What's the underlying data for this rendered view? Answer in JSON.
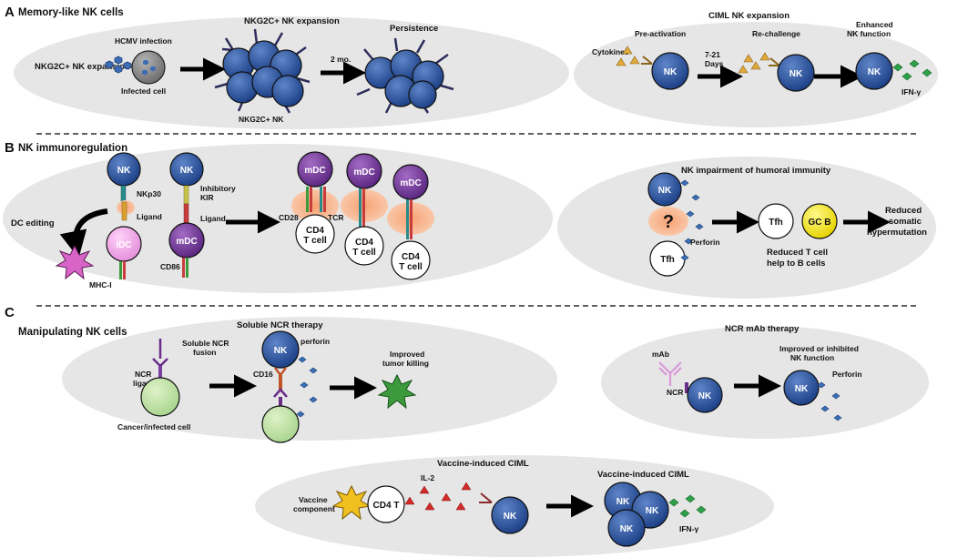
{
  "figure": {
    "panel_a": {
      "letter": "A",
      "title": "Memory-like NK cells",
      "labels": {
        "hcmv_infection": "HCMV infection",
        "nkg2c_expansion_left": "NKG2C+ NK expansion",
        "infected_cell": "Infected cell",
        "nkg2c_expansion_top": "NKG2C+ NK expansion",
        "nkg2c_nk": "NKG2C+ NK",
        "two_months": "2 mo.",
        "persistence": "Persistence"
      },
      "ciml": {
        "title": "CIML NK expansion",
        "pre_activation": "Pre-activation",
        "cytokines": "Cytokines",
        "days_1": "7-21",
        "days_2": "Days",
        "re_challenge": "Re-challenge",
        "enhanced_1": "Enhanced",
        "enhanced_2": "NK function",
        "ifn": "IFN-γ"
      }
    },
    "panel_b": {
      "letter": "B",
      "title": "NK immunoregulation",
      "labels": {
        "nkp30": "NKp30",
        "ligand_1": "Ligand",
        "inhibitory_1": "Inhibitory",
        "inhibitory_2": "KIR",
        "ligand_2": "Ligand",
        "dc_editing": "DC editing",
        "mhc_i": "MHC-I",
        "cd86": "CD86",
        "cd28": "CD28",
        "tcr": "TCR",
        "cd4": "CD4",
        "t_cell": "T cell"
      },
      "humoral": {
        "title": "NK impairment of humoral immunity",
        "question": "?",
        "perforin": "Perforin",
        "reduced_help_1": "Reduced T cell",
        "reduced_help_2": "help to B cells",
        "reduced_shm_1": "Reduced",
        "reduced_shm_2": "somatic",
        "reduced_shm_3": "hypermutation"
      }
    },
    "panel_c": {
      "letter": "C",
      "title": "Manipulating NK cells",
      "soluble": {
        "title": "Soluble NCR therapy",
        "fusion_1": "Soluble NCR",
        "fusion_2": "fusion",
        "ncr_1": "NCR",
        "ncr_2": "ligand",
        "cancer_cell": "Cancer/infected cell",
        "cd16": "CD16",
        "perforin": "perforin",
        "improved_1": "Improved",
        "improved_2": "tumor killing"
      },
      "mab": {
        "title": "NCR mAb therapy",
        "mab": "mAb",
        "ncr": "NCR",
        "result_1": "Improved or inhibited",
        "result_2": "NK function",
        "perforin": "Perforin"
      },
      "vaccine": {
        "title": "Vaccine-induced CIML",
        "vaccine_1": "Vaccine",
        "vaccine_2": "component",
        "cd4t": "CD4 T",
        "il2": "IL-2",
        "result_title": "Vaccine-induced CIML",
        "ifn": "IFN-γ"
      }
    },
    "cells": {
      "nk": "NK",
      "mdc": "mDC",
      "idc": "iDC",
      "tfh": "Tfh",
      "gcb": "GC B"
    },
    "colors": {
      "nk_blue": "#2a55a3",
      "mdc_purple": "#7b3fa0",
      "idc_pink": "#f0a8e8",
      "gcb_yellow": "#f4e61c",
      "interaction_orange": "#f5b088",
      "cytokine_gold": "#e0a93a",
      "il2_red": "#d42a2a",
      "ifn_green": "#2fa04a",
      "perforin_blue": "#3b6fb6",
      "background_ellipse": "#e6e6e6"
    }
  }
}
